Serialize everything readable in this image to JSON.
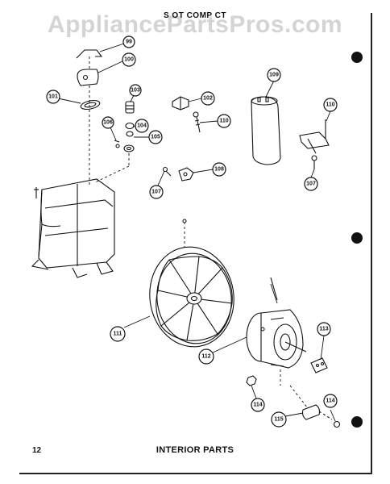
{
  "watermark": "AppliancePartsPros.com",
  "diagram_heading": "S  OT COMP  CT",
  "page_number": "12",
  "diagram_title": "INTERIOR PARTS",
  "callouts": {
    "c99": "99",
    "c100": "100",
    "c101": "101",
    "c102": "102",
    "c103": "103",
    "c104": "104",
    "c105": "105",
    "c106": "106",
    "c107a": "107",
    "c107b": "107",
    "c108": "108",
    "c109": "109",
    "c110a": "110",
    "c110b": "110",
    "c111": "111",
    "c112": "112",
    "c113": "113",
    "c114a": "114",
    "c114b": "114",
    "c115": "115"
  }
}
